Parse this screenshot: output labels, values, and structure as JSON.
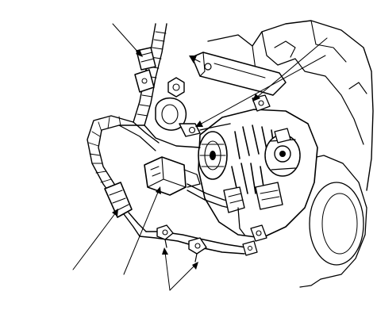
{
  "figure": {
    "kind": "technical-line-illustration",
    "subject": "engine-bay-alternator-wiring",
    "background": "#ffffff",
    "ink": "#000000",
    "text_labels": []
  },
  "callouts": [
    {
      "name": "callout-harness-clip"
    },
    {
      "name": "callout-body-bracket"
    },
    {
      "name": "callout-terminal-nut"
    },
    {
      "name": "callout-harness-connector"
    },
    {
      "name": "callout-alternator-connector"
    },
    {
      "name": "callout-ground-bolt-left"
    },
    {
      "name": "callout-ground-bolt-right"
    }
  ]
}
